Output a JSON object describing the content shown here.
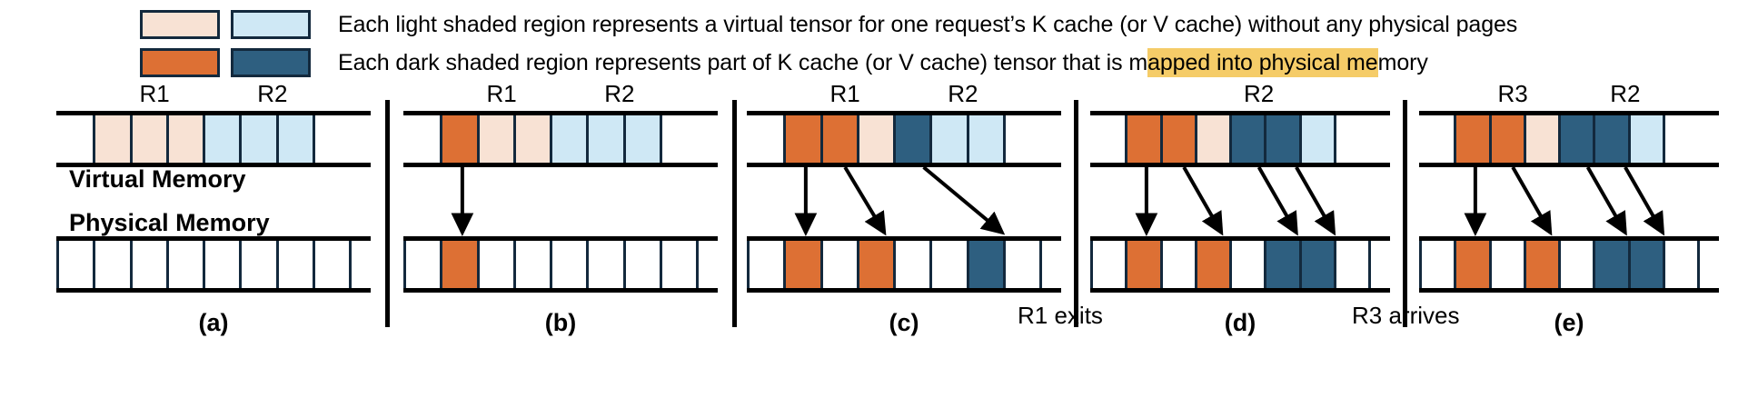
{
  "colors": {
    "light_orange": "#f8e2d4",
    "dark_orange": "#dd7034",
    "light_blue": "#cfe8f5",
    "dark_blue": "#2e5f80",
    "outline": "#13293d",
    "rule": "#000000",
    "highlight": "#f5cc68"
  },
  "legend": {
    "rows": [
      {
        "swatch_a": "light-orange-swatch",
        "swatch_b": "light-blue-swatch",
        "text": "Each light shaded region represents a virtual tensor for one request’s K cache (or V cache) without any physical pages",
        "highlight": null
      },
      {
        "swatch_a": "dark-orange-swatch",
        "swatch_b": "dark-blue-swatch",
        "text_before": "Each dark shaded region represents part of K cache (or V cache) tensor that is m",
        "text_highlight": "apped into physical me",
        "text_after": "mory"
      }
    ]
  },
  "axis_labels": {
    "virtual_memory": "Virtual Memory",
    "physical_memory": "Physical Memory"
  },
  "annotations": {
    "r1_exits": "R1 exits",
    "r3_arrives": "R3 arrives"
  },
  "panels": [
    {
      "caption": "(a)",
      "requests": [
        {
          "label": "R1",
          "start": 1,
          "span": 3
        },
        {
          "label": "R2",
          "start": 4,
          "span": 3
        }
      ],
      "virtual_cells": [
        {
          "type": "blank"
        },
        {
          "type": "light-orange"
        },
        {
          "type": "light-orange"
        },
        {
          "type": "light-orange"
        },
        {
          "type": "light-blue"
        },
        {
          "type": "light-blue"
        },
        {
          "type": "light-blue"
        },
        {
          "type": "blank"
        }
      ],
      "physical_cells": [
        "empty",
        "empty",
        "empty",
        "empty",
        "empty",
        "empty",
        "empty",
        "empty"
      ],
      "arrows": []
    },
    {
      "caption": "(b)",
      "requests": [
        {
          "label": "R1",
          "start": 1,
          "span": 3
        },
        {
          "label": "R2",
          "start": 4,
          "span": 3
        }
      ],
      "virtual_cells": [
        {
          "type": "blank"
        },
        {
          "type": "dark-orange"
        },
        {
          "type": "light-orange"
        },
        {
          "type": "light-orange"
        },
        {
          "type": "light-blue"
        },
        {
          "type": "light-blue"
        },
        {
          "type": "light-blue"
        },
        {
          "type": "blank"
        }
      ],
      "physical_cells": [
        "empty",
        "dark-orange",
        "empty",
        "empty",
        "empty",
        "empty",
        "empty",
        "empty"
      ],
      "arrows": [
        {
          "from": 1,
          "to": 1
        }
      ]
    },
    {
      "caption": "(c)",
      "requests": [
        {
          "label": "R1",
          "start": 1,
          "span": 3
        },
        {
          "label": "R2",
          "start": 4,
          "span": 3
        }
      ],
      "virtual_cells": [
        {
          "type": "blank"
        },
        {
          "type": "dark-orange"
        },
        {
          "type": "dark-orange"
        },
        {
          "type": "light-orange"
        },
        {
          "type": "dark-blue"
        },
        {
          "type": "light-blue"
        },
        {
          "type": "light-blue"
        },
        {
          "type": "blank"
        }
      ],
      "physical_cells": [
        "empty",
        "dark-orange",
        "empty",
        "dark-orange",
        "empty",
        "empty",
        "dark-blue",
        "empty"
      ],
      "arrows": [
        {
          "from": 1,
          "to": 1
        },
        {
          "from": 2,
          "to": 3
        },
        {
          "from": 4,
          "to": 6
        }
      ]
    },
    {
      "caption": "(d)",
      "requests": [
        {
          "label": "R2",
          "start": 3,
          "span": 3
        }
      ],
      "virtual_cells": [
        {
          "type": "blank"
        },
        {
          "type": "dark-orange"
        },
        {
          "type": "dark-orange"
        },
        {
          "type": "light-orange"
        },
        {
          "type": "dark-blue"
        },
        {
          "type": "dark-blue"
        },
        {
          "type": "light-blue"
        },
        {
          "type": "blank"
        }
      ],
      "physical_cells": [
        "empty",
        "dark-orange",
        "empty",
        "dark-orange",
        "empty",
        "dark-blue",
        "dark-blue",
        "empty"
      ],
      "arrows": [
        {
          "from": 1,
          "to": 1
        },
        {
          "from": 2,
          "to": 3
        },
        {
          "from": 4,
          "to": 5
        },
        {
          "from": 5,
          "to": 6
        }
      ]
    },
    {
      "caption": "(e)",
      "requests": [
        {
          "label": "R3",
          "start": 1,
          "span": 3
        },
        {
          "label": "R2",
          "start": 4,
          "span": 3
        }
      ],
      "virtual_cells": [
        {
          "type": "blank"
        },
        {
          "type": "dark-orange"
        },
        {
          "type": "dark-orange"
        },
        {
          "type": "light-orange"
        },
        {
          "type": "dark-blue"
        },
        {
          "type": "dark-blue"
        },
        {
          "type": "light-blue"
        },
        {
          "type": "blank"
        }
      ],
      "physical_cells": [
        "empty",
        "dark-orange",
        "empty",
        "dark-orange",
        "empty",
        "dark-blue",
        "dark-blue",
        "empty"
      ],
      "arrows": [
        {
          "from": 1,
          "to": 1
        },
        {
          "from": 2,
          "to": 3
        },
        {
          "from": 4,
          "to": 5
        },
        {
          "from": 5,
          "to": 6
        }
      ]
    }
  ]
}
